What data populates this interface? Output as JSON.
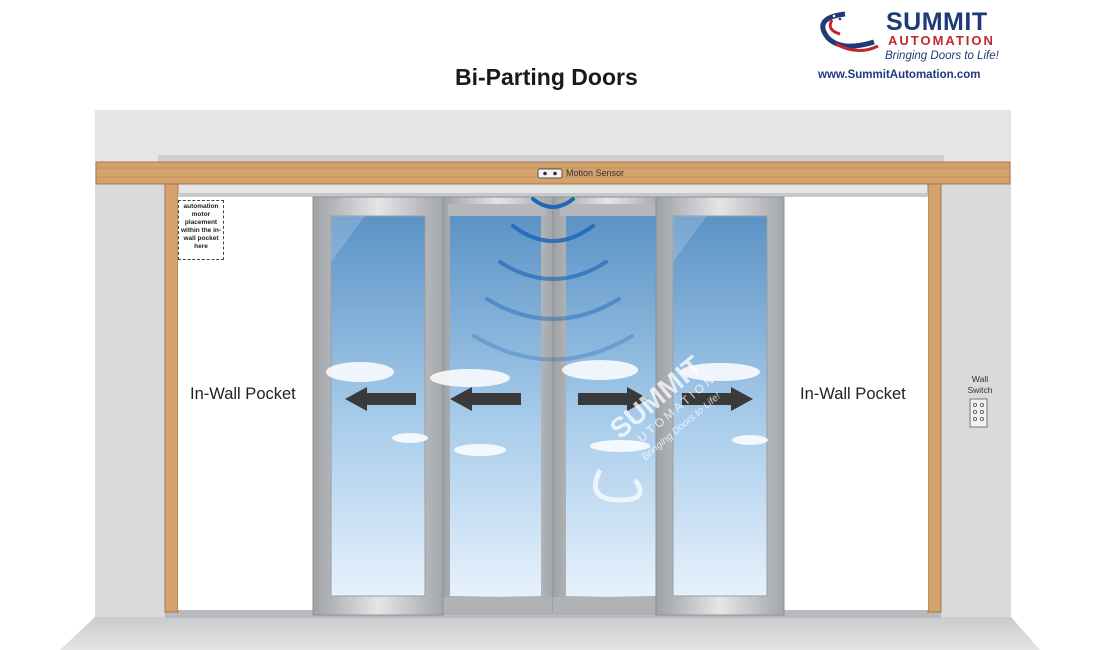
{
  "title": "Bi-Parting Doors",
  "logo": {
    "name": "SUMMIT",
    "sub": "AUTOMATION",
    "tagline": "Bringing Doors to Life!",
    "url": "www.SummitAutomation.com"
  },
  "labels": {
    "left_pocket": "In-Wall Pocket",
    "right_pocket": "In-Wall Pocket",
    "motion_sensor": "Motion Sensor",
    "motor_note": "automation motor placement within the in-wall pocket here",
    "wall_switch_line1": "Wall",
    "wall_switch_line2": "Switch"
  },
  "watermark": {
    "name": "SUMMIT",
    "sub": "AUTOMATION",
    "tagline": "Bringing Doors to Life!"
  },
  "colors": {
    "header_wood": "#d4a26c",
    "glass_top": "#5b93c6",
    "glass_bottom": "#e6f1fb",
    "frame_steel": "#c3c5c8",
    "arrow": "#3a3a3a",
    "signal": "#1d67b5",
    "brand_blue": "#1f3a7a",
    "brand_red": "#c0282e"
  },
  "icons": [
    "logo-swoosh-icon",
    "motion-sensor-icon",
    "signal-wave-icon",
    "arrow-left-icon",
    "arrow-right-icon",
    "wall-switch-icon"
  ]
}
